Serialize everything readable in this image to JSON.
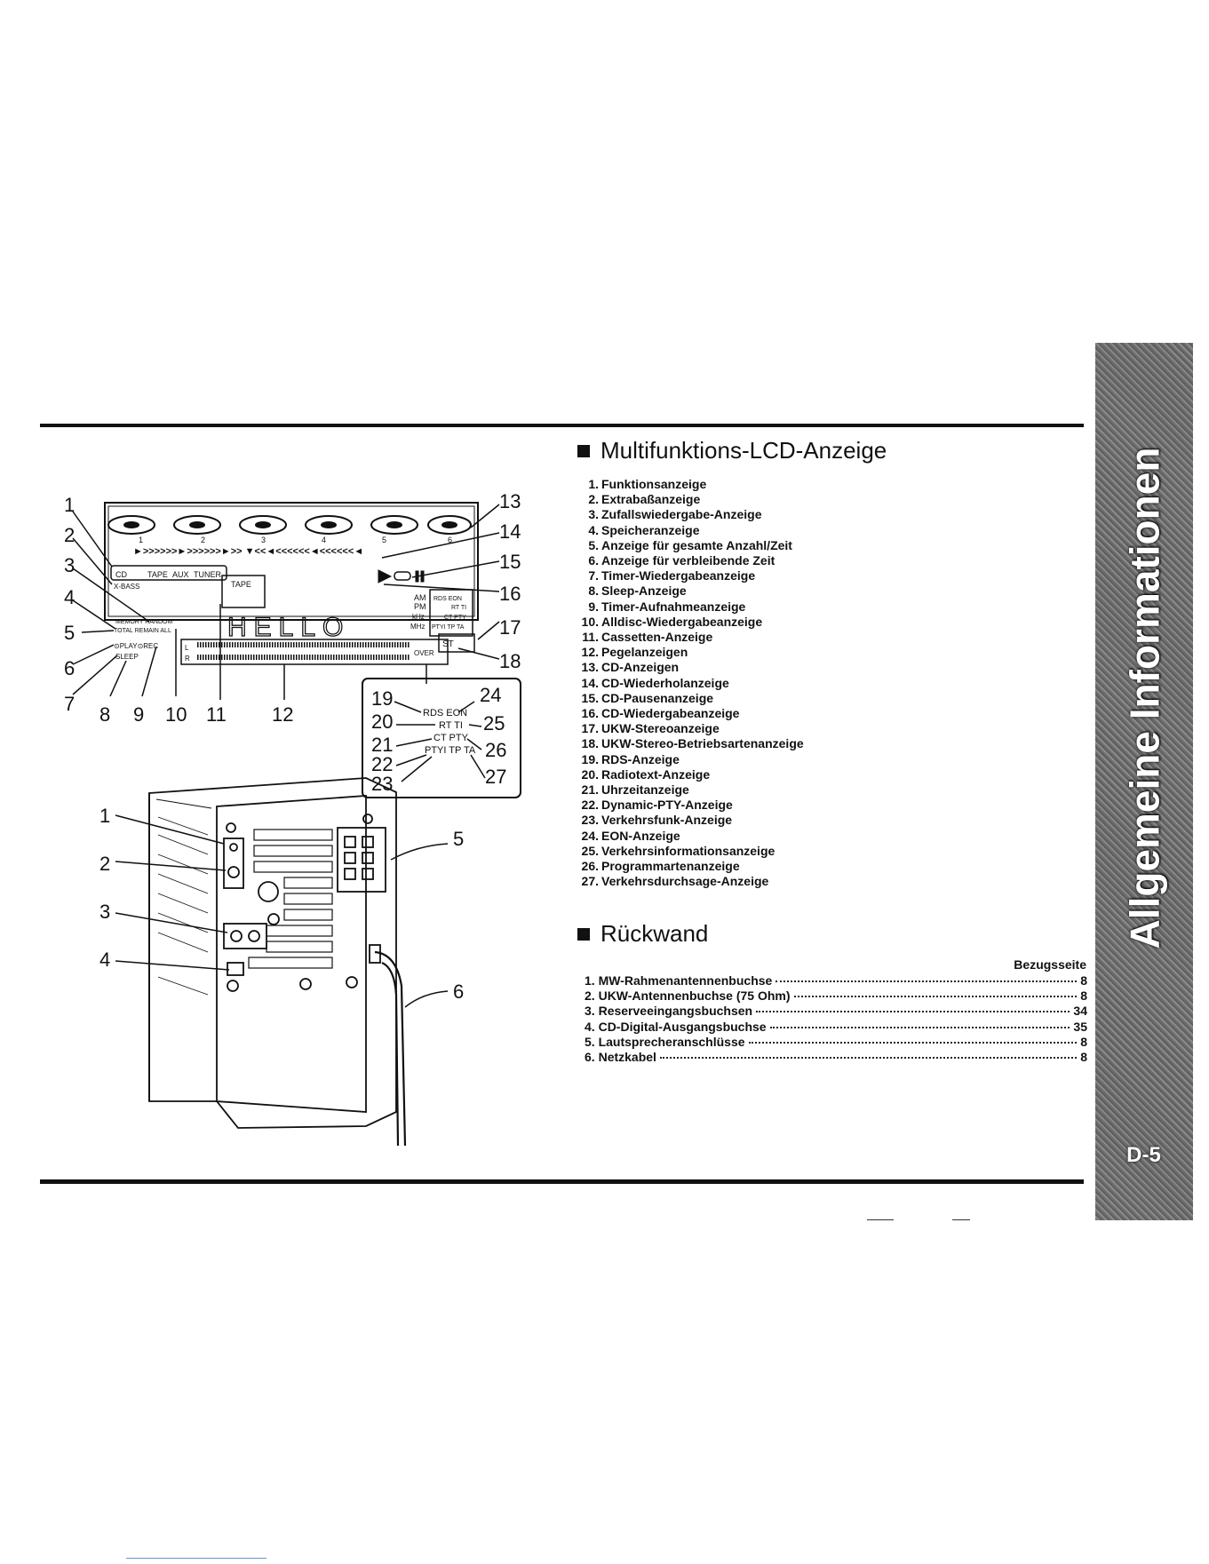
{
  "side_tab": {
    "title": "Allgemeine Informationen",
    "page": "D-5"
  },
  "lcd_section": {
    "title": "Multifunktions-LCD-Anzeige",
    "items": [
      "Funktionsanzeige",
      "Extrabaßanzeige",
      "Zufallswiedergabe-Anzeige",
      "Speicheranzeige",
      "Anzeige für gesamte Anzahl/Zeit",
      "Anzeige für verbleibende Zeit",
      "Timer-Wiedergabeanzeige",
      "Sleep-Anzeige",
      "Timer-Aufnahmeanzeige",
      "Alldisc-Wiedergabeanzeige",
      "Cassetten-Anzeige",
      "Pegelanzeigen",
      "CD-Anzeigen",
      "CD-Wiederholanzeige",
      "CD-Pausenanzeige",
      "CD-Wiedergabeanzeige",
      "UKW-Stereoanzeige",
      "UKW-Stereo-Betriebsartenanzeige",
      "RDS-Anzeige",
      "Radiotext-Anzeige",
      "Uhrzeitanzeige",
      "Dynamic-PTY-Anzeige",
      "Verkehrsfunk-Anzeige",
      "EON-Anzeige",
      "Verkehrsinformationsanzeige",
      "Programmartenanzeige",
      "Verkehrsdurchsage-Anzeige"
    ]
  },
  "rear_section": {
    "title": "Rückwand",
    "ref_header": "Bezugsseite",
    "items": [
      {
        "label": "MW-Rahmenantennenbuchse",
        "page": "8"
      },
      {
        "label": "UKW-Antennenbuchse (75 Ohm)",
        "page": "8"
      },
      {
        "label": "Reserveeingangsbuchsen",
        "page": "34"
      },
      {
        "label": "CD-Digital-Ausgangsbuchse",
        "page": "35"
      },
      {
        "label": "Lautsprecheranschlüsse",
        "page": "8"
      },
      {
        "label": "Netzkabel",
        "page": "8"
      }
    ]
  },
  "lcd_diagram": {
    "callouts_left": [
      "1",
      "2",
      "3",
      "4",
      "5",
      "6",
      "7"
    ],
    "callouts_bottom": [
      "8",
      "9",
      "10",
      "11",
      "12"
    ],
    "callouts_right": [
      "13",
      "14",
      "15",
      "16",
      "17",
      "18"
    ],
    "disc_numbers": [
      "1",
      "2",
      "3",
      "4",
      "5",
      "6"
    ],
    "arrow_row": "►>>>>>>►>>>>>>►>> ▼<<◄<<<<<<◄<<<<<<◄",
    "function_labels": [
      "CD",
      "TAPE",
      "AUX",
      "TUNER"
    ],
    "xbass": "X-BASS",
    "memory_random": "MEMORY RANDOM",
    "total_remain": "TOTAL REMAIN ALL",
    "play_rec": "⊙PLAY⊙REC",
    "sleep": "SLEEP",
    "tape": "TAPE",
    "display_text": "HELLO",
    "band_labels": [
      "AM",
      "PM",
      "kHz",
      "MHz"
    ],
    "rds_labels": [
      "RDS EON",
      "RT TI",
      "CT PTY",
      "PTYI TP TA"
    ],
    "level_l": "L",
    "level_r": "R",
    "over": "OVER",
    "st": "ST"
  },
  "rds_inset": {
    "callouts_left": [
      "19",
      "20",
      "21",
      "22",
      "23"
    ],
    "callouts_right": [
      "24",
      "25",
      "26",
      "27"
    ],
    "row1": "RDS EON",
    "row2": "RT TI",
    "row3": "CT PTY",
    "row4": "PTYI TP TA"
  },
  "rear_diagram": {
    "callouts": [
      "1",
      "2",
      "3",
      "4",
      "5",
      "6"
    ]
  }
}
